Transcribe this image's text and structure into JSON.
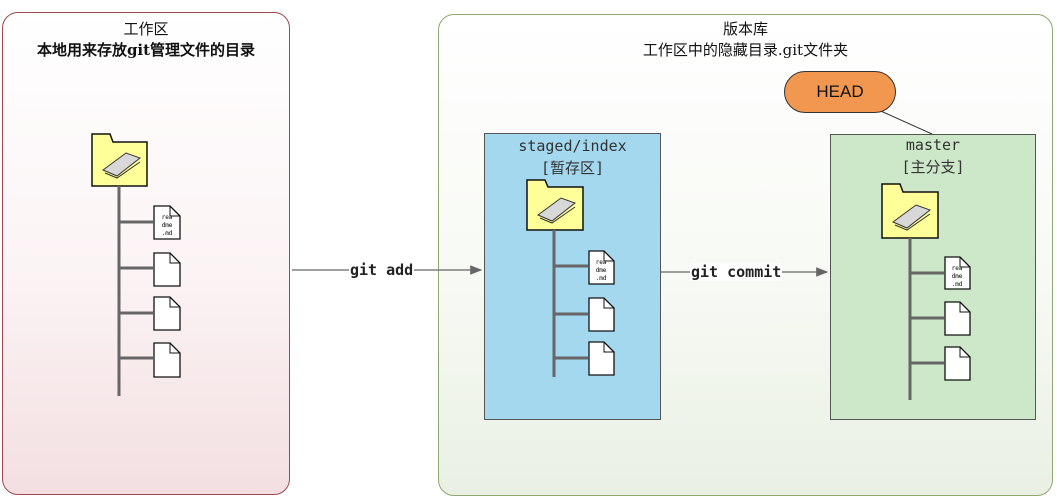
{
  "workspace": {
    "title": "工作区",
    "subtitle": "本地用来存放git管理文件的目录",
    "readme_lines": [
      "rea",
      "dme",
      ".md"
    ]
  },
  "repository": {
    "title": "版本库",
    "subtitle": "工作区中的隐藏目录.git文件夹"
  },
  "staged": {
    "name": "staged/index",
    "subtitle": "[暂存区]",
    "readme_lines": [
      "rea",
      "dme",
      ".md"
    ]
  },
  "master": {
    "name": "master",
    "subtitle": "[主分支]",
    "readme_lines": [
      "rea",
      "dme",
      ".md"
    ]
  },
  "head": {
    "label": "HEAD"
  },
  "edges": {
    "git_add": "git add",
    "git_commit": "git commit"
  },
  "colors": {
    "workspace_border": "#a0464e",
    "repo_border": "#8da870",
    "staged_fill": "#a3d8ef",
    "master_fill": "#cde8c8",
    "head_fill": "#f2974f",
    "folder_fill": "#ffff99"
  },
  "icons": {
    "folder": "folder-icon",
    "file": "file-icon",
    "readme": "readme-file-icon"
  }
}
